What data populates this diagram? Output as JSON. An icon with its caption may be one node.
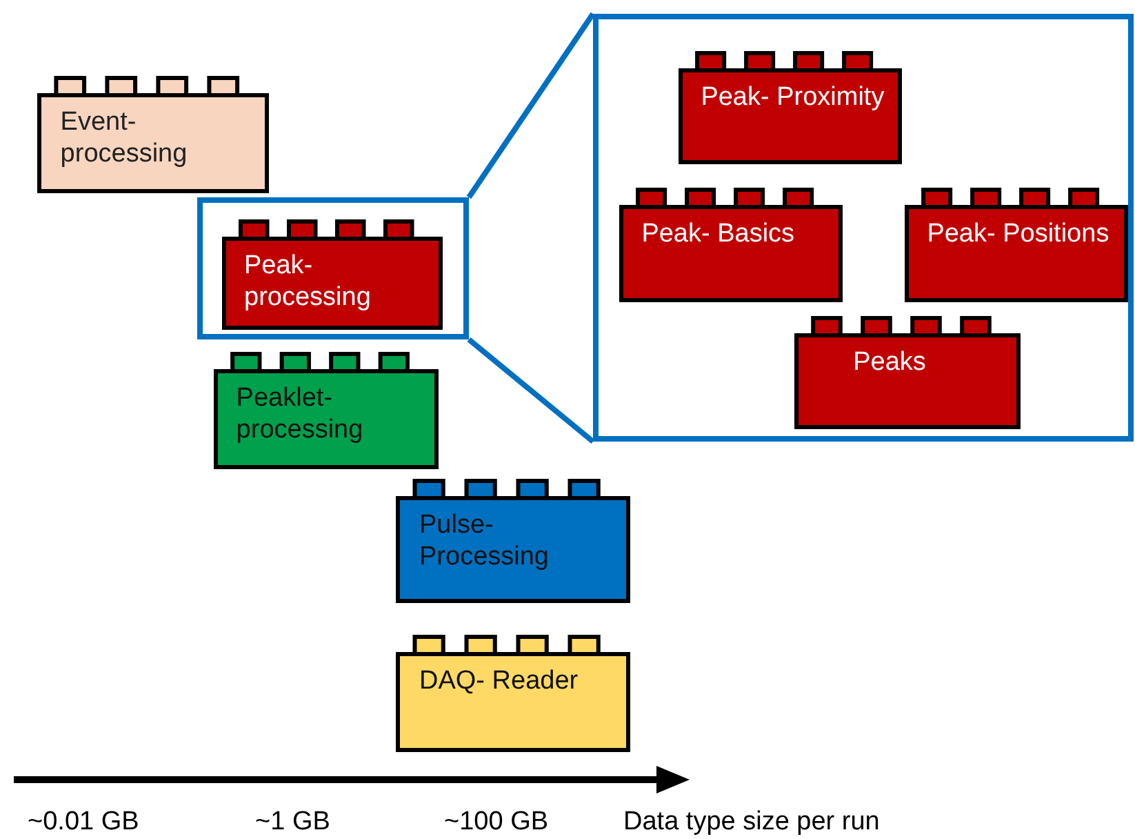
{
  "diagram": {
    "nodes": [
      {
        "text": [
          "Event- processing"
        ]
      },
      {
        "text": [],
        "shape": "box"
      },
      {
        "text": [
          "Peak- processing"
        ],
        "in": 1
      },
      {
        "text": [],
        "shape": "box"
      },
      {
        "text": [
          "Peak- Proximity"
        ],
        "in": 3
      },
      {
        "text": [
          "Peak- Basics"
        ],
        "in": 3
      },
      {
        "text": [
          "Peak- Positions"
        ],
        "in": 3
      },
      {
        "text": [
          "Peaks"
        ],
        "in": 3
      },
      {
        "text": [
          "Peaklet- processing"
        ]
      },
      {
        "text": [
          "Pulse- Processing"
        ]
      },
      {
        "text": [
          "DAQ- Reader"
        ]
      }
    ],
    "edges": [
      {
        "from": 1,
        "to": 3,
        "arrow": "none"
      },
      {
        "from": 1,
        "to": 3,
        "arrow": "none"
      }
    ],
    "labels": [
      "~0.01 GB",
      "~1 GB",
      "~100 GB",
      "Data type size per run"
    ]
  }
}
